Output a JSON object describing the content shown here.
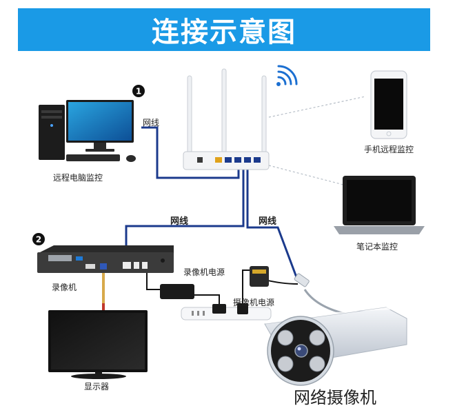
{
  "banner": {
    "title": "连接示意图"
  },
  "badges": {
    "one": "1",
    "two": "2"
  },
  "labels": {
    "network_cable_top": "网线",
    "network_cable_nvr": "网线",
    "network_cable_camera": "网线",
    "remote_pc": "远程电脑监控",
    "phone": "手机远程监控",
    "laptop": "笔记本监控",
    "nvr": "录像机",
    "nvr_power": "录像机电源",
    "camera_power": "摄像机电源",
    "monitor": "显示器",
    "camera": "网络摄像机"
  },
  "colors": {
    "banner": "#1a9ae6",
    "cable_blue": "#1b3a8c",
    "cable_gray": "#9aa3ad",
    "wifi": "#1b6fd1"
  }
}
